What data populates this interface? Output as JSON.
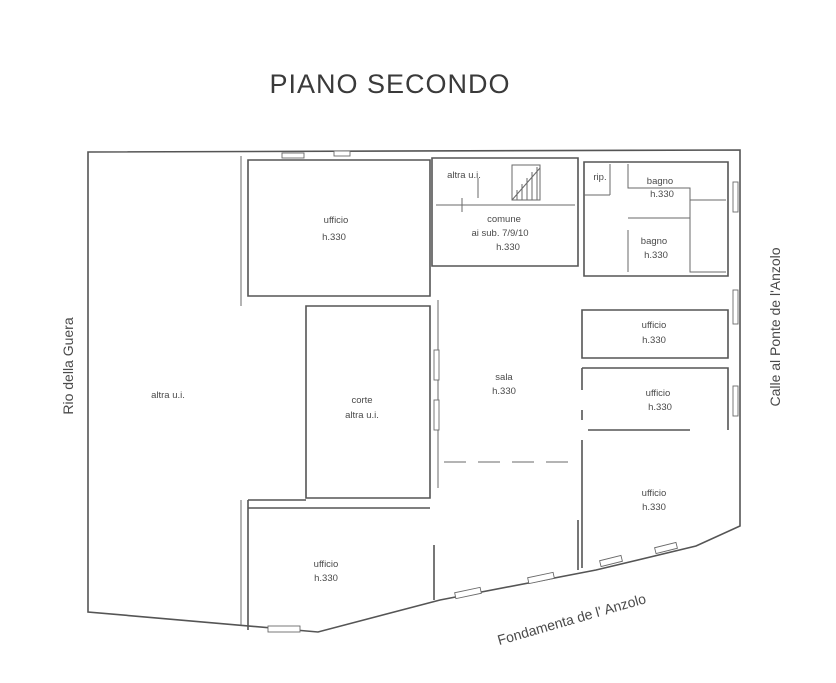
{
  "title": "PIANO SECONDO",
  "streets": {
    "left": "Rio della Guera",
    "right": "Calle al Ponte de l'Anzolo",
    "bottom": "Fondamenta de l' Anzolo"
  },
  "rooms": {
    "altra_left": {
      "name": "altra u.i."
    },
    "ufficio_top": {
      "name": "ufficio",
      "height": "h.330"
    },
    "altra_top": {
      "name": "altra u.i."
    },
    "comune": {
      "name": "comune",
      "sub": "ai sub. 7/9/10",
      "height": "h.330"
    },
    "rip": {
      "name": "rip."
    },
    "bagno1": {
      "name": "bagno",
      "height": "h.330"
    },
    "bagno2": {
      "name": "bagno",
      "height": "h.330"
    },
    "ufficio_r1": {
      "name": "ufficio",
      "height": "h.330"
    },
    "sala": {
      "name": "sala",
      "height": "h.330"
    },
    "corte": {
      "name": "corte",
      "sub": "altra u.i."
    },
    "ufficio_r2": {
      "name": "ufficio",
      "height": "h.330"
    },
    "ufficio_r3": {
      "name": "ufficio",
      "height": "h.330"
    },
    "ufficio_bottom": {
      "name": "ufficio",
      "height": "h.330"
    }
  }
}
